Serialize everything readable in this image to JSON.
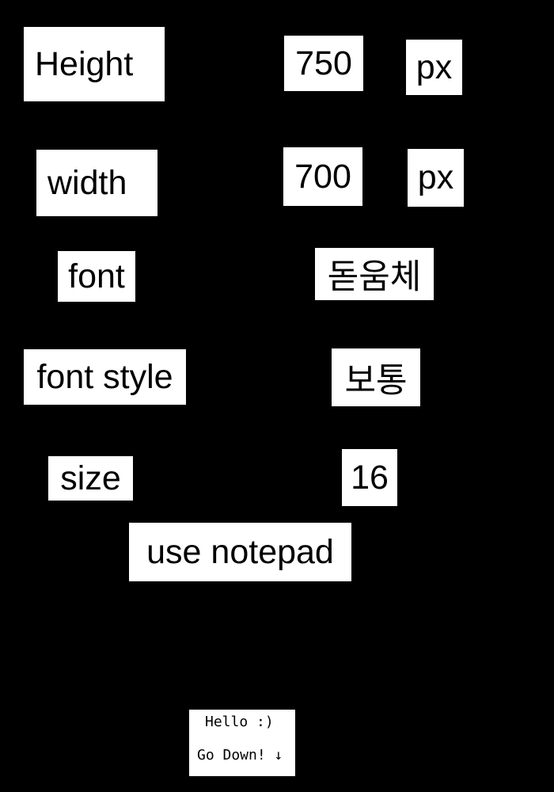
{
  "settings": {
    "height": {
      "label": "Height",
      "value": "750",
      "unit": "px"
    },
    "width": {
      "label": "width",
      "value": "700",
      "unit": "px"
    },
    "font": {
      "label": "font",
      "value": "돋움체"
    },
    "font_style": {
      "label": "font style",
      "value": "보통"
    },
    "size": {
      "label": "size",
      "value": "16"
    }
  },
  "instruction": "use notepad",
  "note": {
    "line1": "Hello :)",
    "line2": "Go Down! ↓"
  },
  "colors": {
    "background": "#000000",
    "box": "#ffffff",
    "text": "#000000"
  }
}
